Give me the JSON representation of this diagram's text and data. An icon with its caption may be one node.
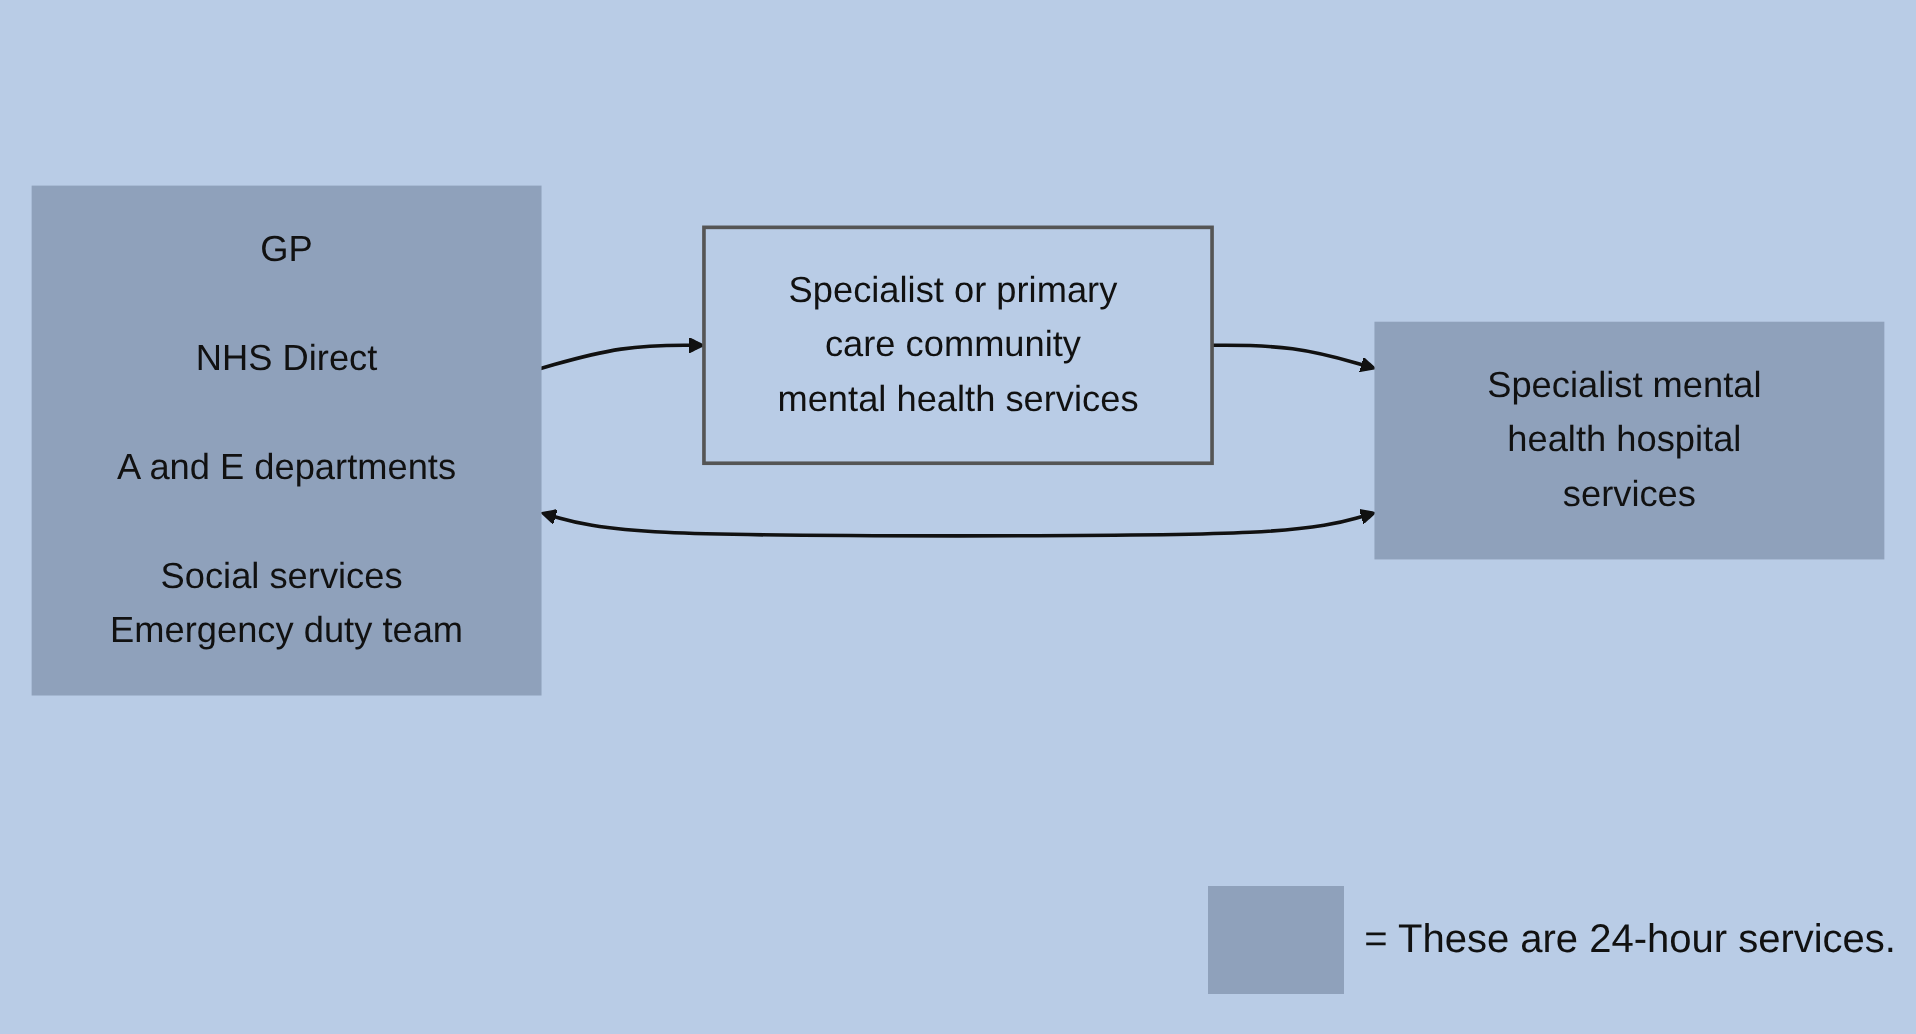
{
  "diagram": {
    "nodes": [
      {
        "text": [
          "GP",
          "NHS Direct",
          "A and E departments",
          "Social services Emergency duty team"
        ]
      },
      {
        "text": [
          "Specialist or primary care community mental health services"
        ]
      },
      {
        "text": [
          "Specialist mental health hospital services"
        ]
      }
    ],
    "edges": [
      {
        "from": 0,
        "to": 1,
        "arrow": "to"
      },
      {
        "from": 1,
        "to": 2,
        "arrow": "to"
      },
      {
        "from": 0,
        "to": 2,
        "arrow": "both"
      }
    ],
    "legend": [
      {
        "text": "= These are 24-hour services.",
        "color": "#8fa1bb"
      }
    ]
  }
}
